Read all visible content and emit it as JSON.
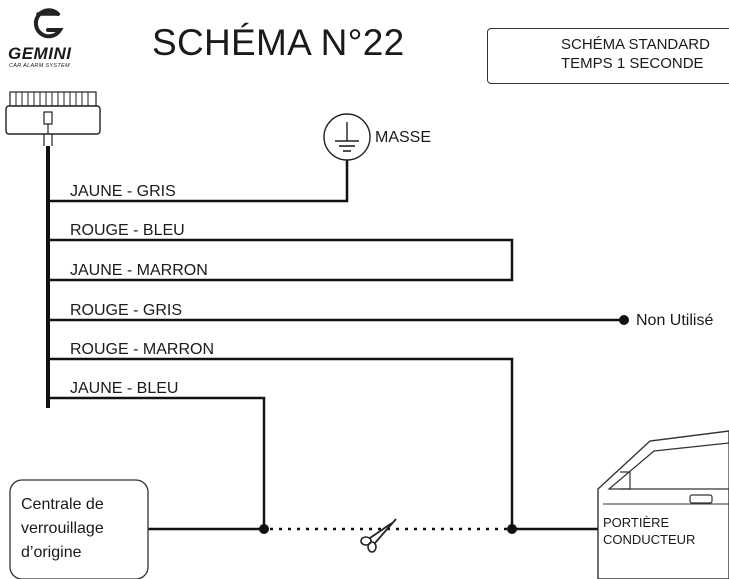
{
  "logo": {
    "brand": "GEMINI",
    "tagline": "CAR ALARM SYSTEM"
  },
  "title": "SCHÉMA N°22",
  "info": {
    "line1": "SCHÉMA STANDARD",
    "line2": "TEMPS 1 SECONDE"
  },
  "ground": {
    "label": "MASSE"
  },
  "wires": [
    {
      "label": "JAUNE - GRIS"
    },
    {
      "label": "ROUGE - BLEU"
    },
    {
      "label": "JAUNE - MARRON"
    },
    {
      "label": "ROUGE - GRIS"
    },
    {
      "label": "ROUGE - MARRON"
    },
    {
      "label": "JAUNE - BLEU"
    }
  ],
  "unused": {
    "label": "Non Utilisé"
  },
  "central": {
    "line1": "Centrale de",
    "line2": "verrouillage",
    "line3": "d’origine"
  },
  "door": {
    "line1": "PORTIÈRE",
    "line2": "CONDUCTEUR"
  },
  "icons": {
    "logo": "gemini-logo-icon",
    "connector": "connector-icon",
    "ground": "ground-icon",
    "cut": "scissors-icon",
    "door": "car-door-icon"
  }
}
